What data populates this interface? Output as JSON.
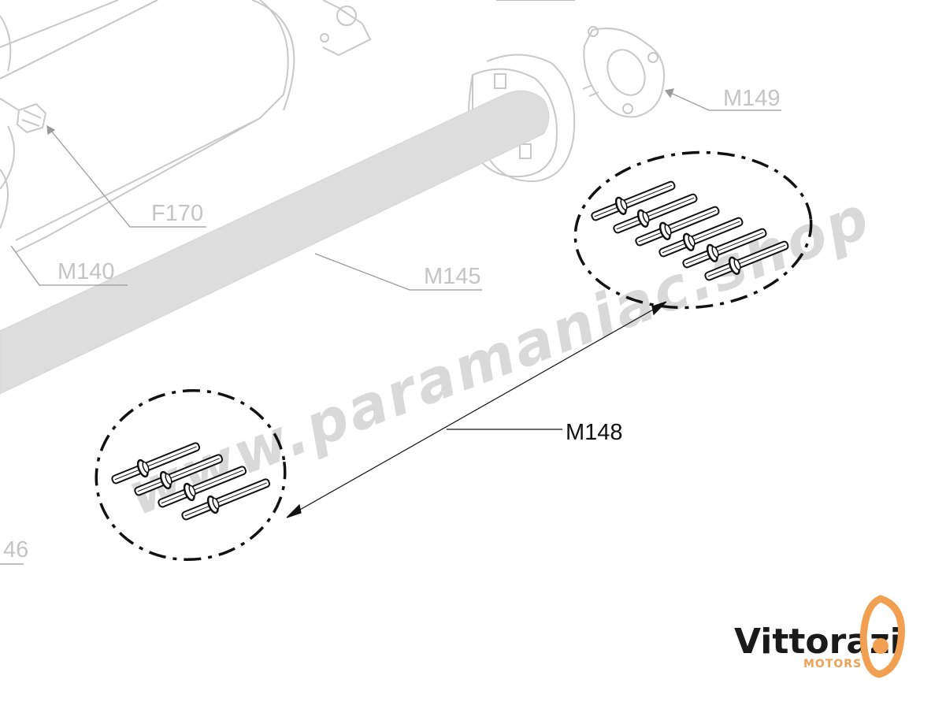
{
  "labels": {
    "m149": "M149",
    "f170": "F170",
    "m140": "M140",
    "m145": "M145",
    "m148": "M148",
    "m146_partial": "46"
  },
  "watermark": "www.paramaniac.shop",
  "brand": {
    "name": "Vittorazi",
    "sub": "MOTORS",
    "accent_color": "#f0a050",
    "text_color": "#1a1a1a"
  },
  "colors": {
    "ghost_line": "#c8c8c8",
    "ghost_fill": "#dddddd",
    "part_line": "#111111"
  }
}
